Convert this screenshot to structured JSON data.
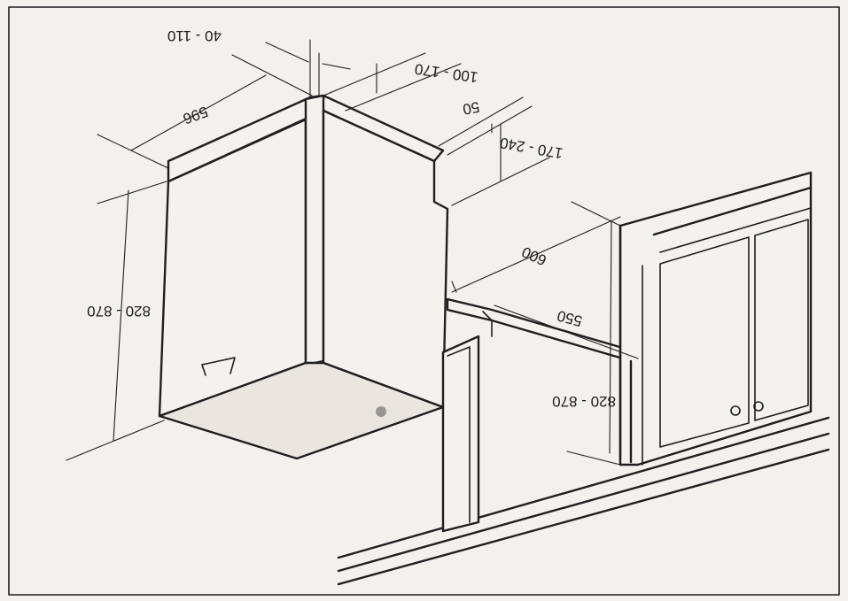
{
  "diagram": {
    "dimensions": {
      "top_gap": "40 - 110",
      "upper_height": "100 - 170",
      "width": "596",
      "step": "50",
      "step_height": "170 - 240",
      "niche_depth": "600",
      "cabinet_height_left": "820 - 870",
      "counter_depth": "550",
      "cabinet_height_right": "820 - 870"
    },
    "colors": {
      "ink": "#1f1f1f",
      "paper": "#f3f1ec"
    }
  }
}
